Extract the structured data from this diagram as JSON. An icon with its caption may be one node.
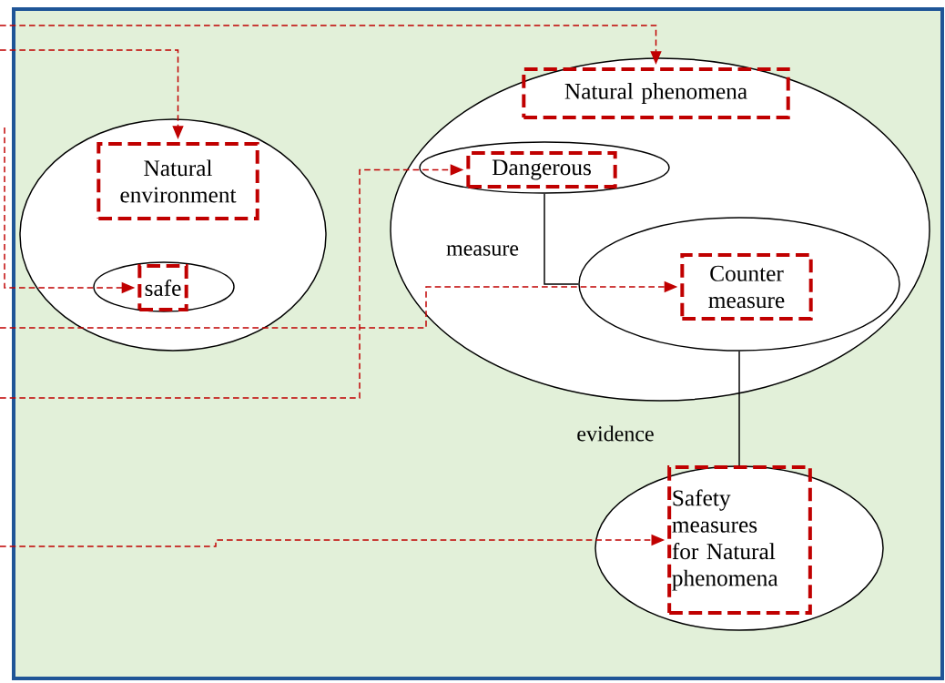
{
  "diagram": {
    "nodes": [
      {
        "text": [],
        "shape": "circle"
      },
      {
        "text": [
          "Natural environment"
        ],
        "in": 0
      },
      {
        "text": [],
        "shape": "circle",
        "in": 0
      },
      {
        "text": [
          "safe"
        ],
        "in": 2
      },
      {
        "text": [],
        "shape": "circle"
      },
      {
        "text": [
          "Natural phenomena"
        ],
        "in": 4
      },
      {
        "text": [],
        "shape": "circle",
        "in": 4
      },
      {
        "text": [
          "Dangerous"
        ],
        "in": 6
      },
      {
        "text": [],
        "shape": "circle",
        "in": 4
      },
      {
        "text": [
          "Counter measure"
        ],
        "in": 8
      },
      {
        "text": [],
        "shape": "circle"
      },
      {
        "text": [
          "Safety measures for Natural phenomena"
        ],
        "in": 10
      }
    ],
    "edges": [
      {
        "from": null,
        "to": 5,
        "arrow": "to",
        "style": "dashed",
        "color": "#c00000"
      },
      {
        "from": null,
        "to": 1,
        "arrow": "to",
        "style": "dashed",
        "color": "#c00000"
      },
      {
        "from": null,
        "to": 3,
        "arrow": "to",
        "style": "dashed",
        "color": "#c00000"
      },
      {
        "from": null,
        "to": 9,
        "arrow": "to",
        "style": "dashed",
        "color": "#c00000"
      },
      {
        "from": null,
        "to": 7,
        "arrow": "to",
        "style": "dashed",
        "color": "#c00000"
      },
      {
        "from": null,
        "to": 11,
        "arrow": "to",
        "style": "dashed",
        "color": "#c00000"
      },
      {
        "from": 6,
        "to": 8,
        "arrow": "none",
        "label": "measure",
        "color": "#000000"
      },
      {
        "from": 8,
        "to": 10,
        "arrow": "none",
        "label": "evidence",
        "color": "#000000"
      }
    ]
  }
}
